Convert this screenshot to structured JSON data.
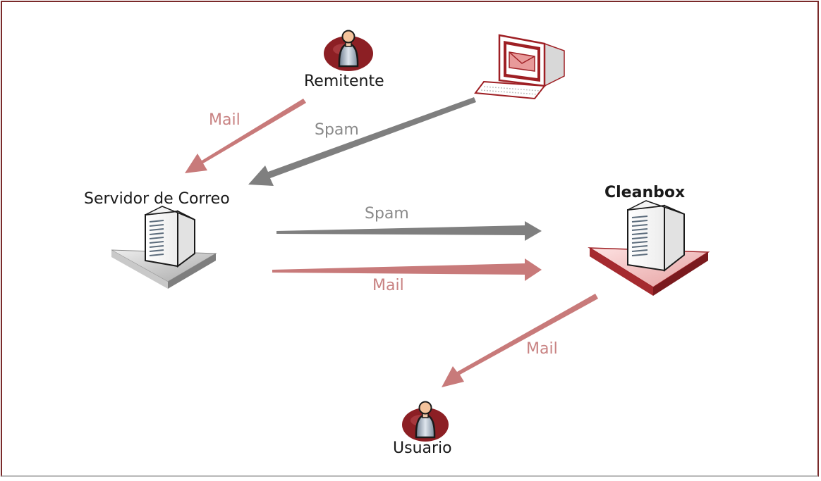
{
  "nodes": {
    "sender": "Remitente",
    "mail_server": "Servidor de Correo",
    "cleanbox": "Cleanbox",
    "user": "Usuario"
  },
  "edges": {
    "sender_to_server": "Mail",
    "spammer_to_server": "Spam",
    "server_to_cleanbox_spam": "Spam",
    "server_to_cleanbox_mail": "Mail",
    "cleanbox_to_user": "Mail"
  },
  "colors": {
    "mail_arrow": "#c87a7a",
    "spam_arrow": "#7f7f7f",
    "accent": "#9e1f24",
    "frame": "#7a2a2a"
  },
  "icons": {
    "sender": "person-icon",
    "spammer": "computer-envelope-icon",
    "mail_server": "server-icon",
    "cleanbox": "server-icon",
    "user": "person-icon"
  }
}
